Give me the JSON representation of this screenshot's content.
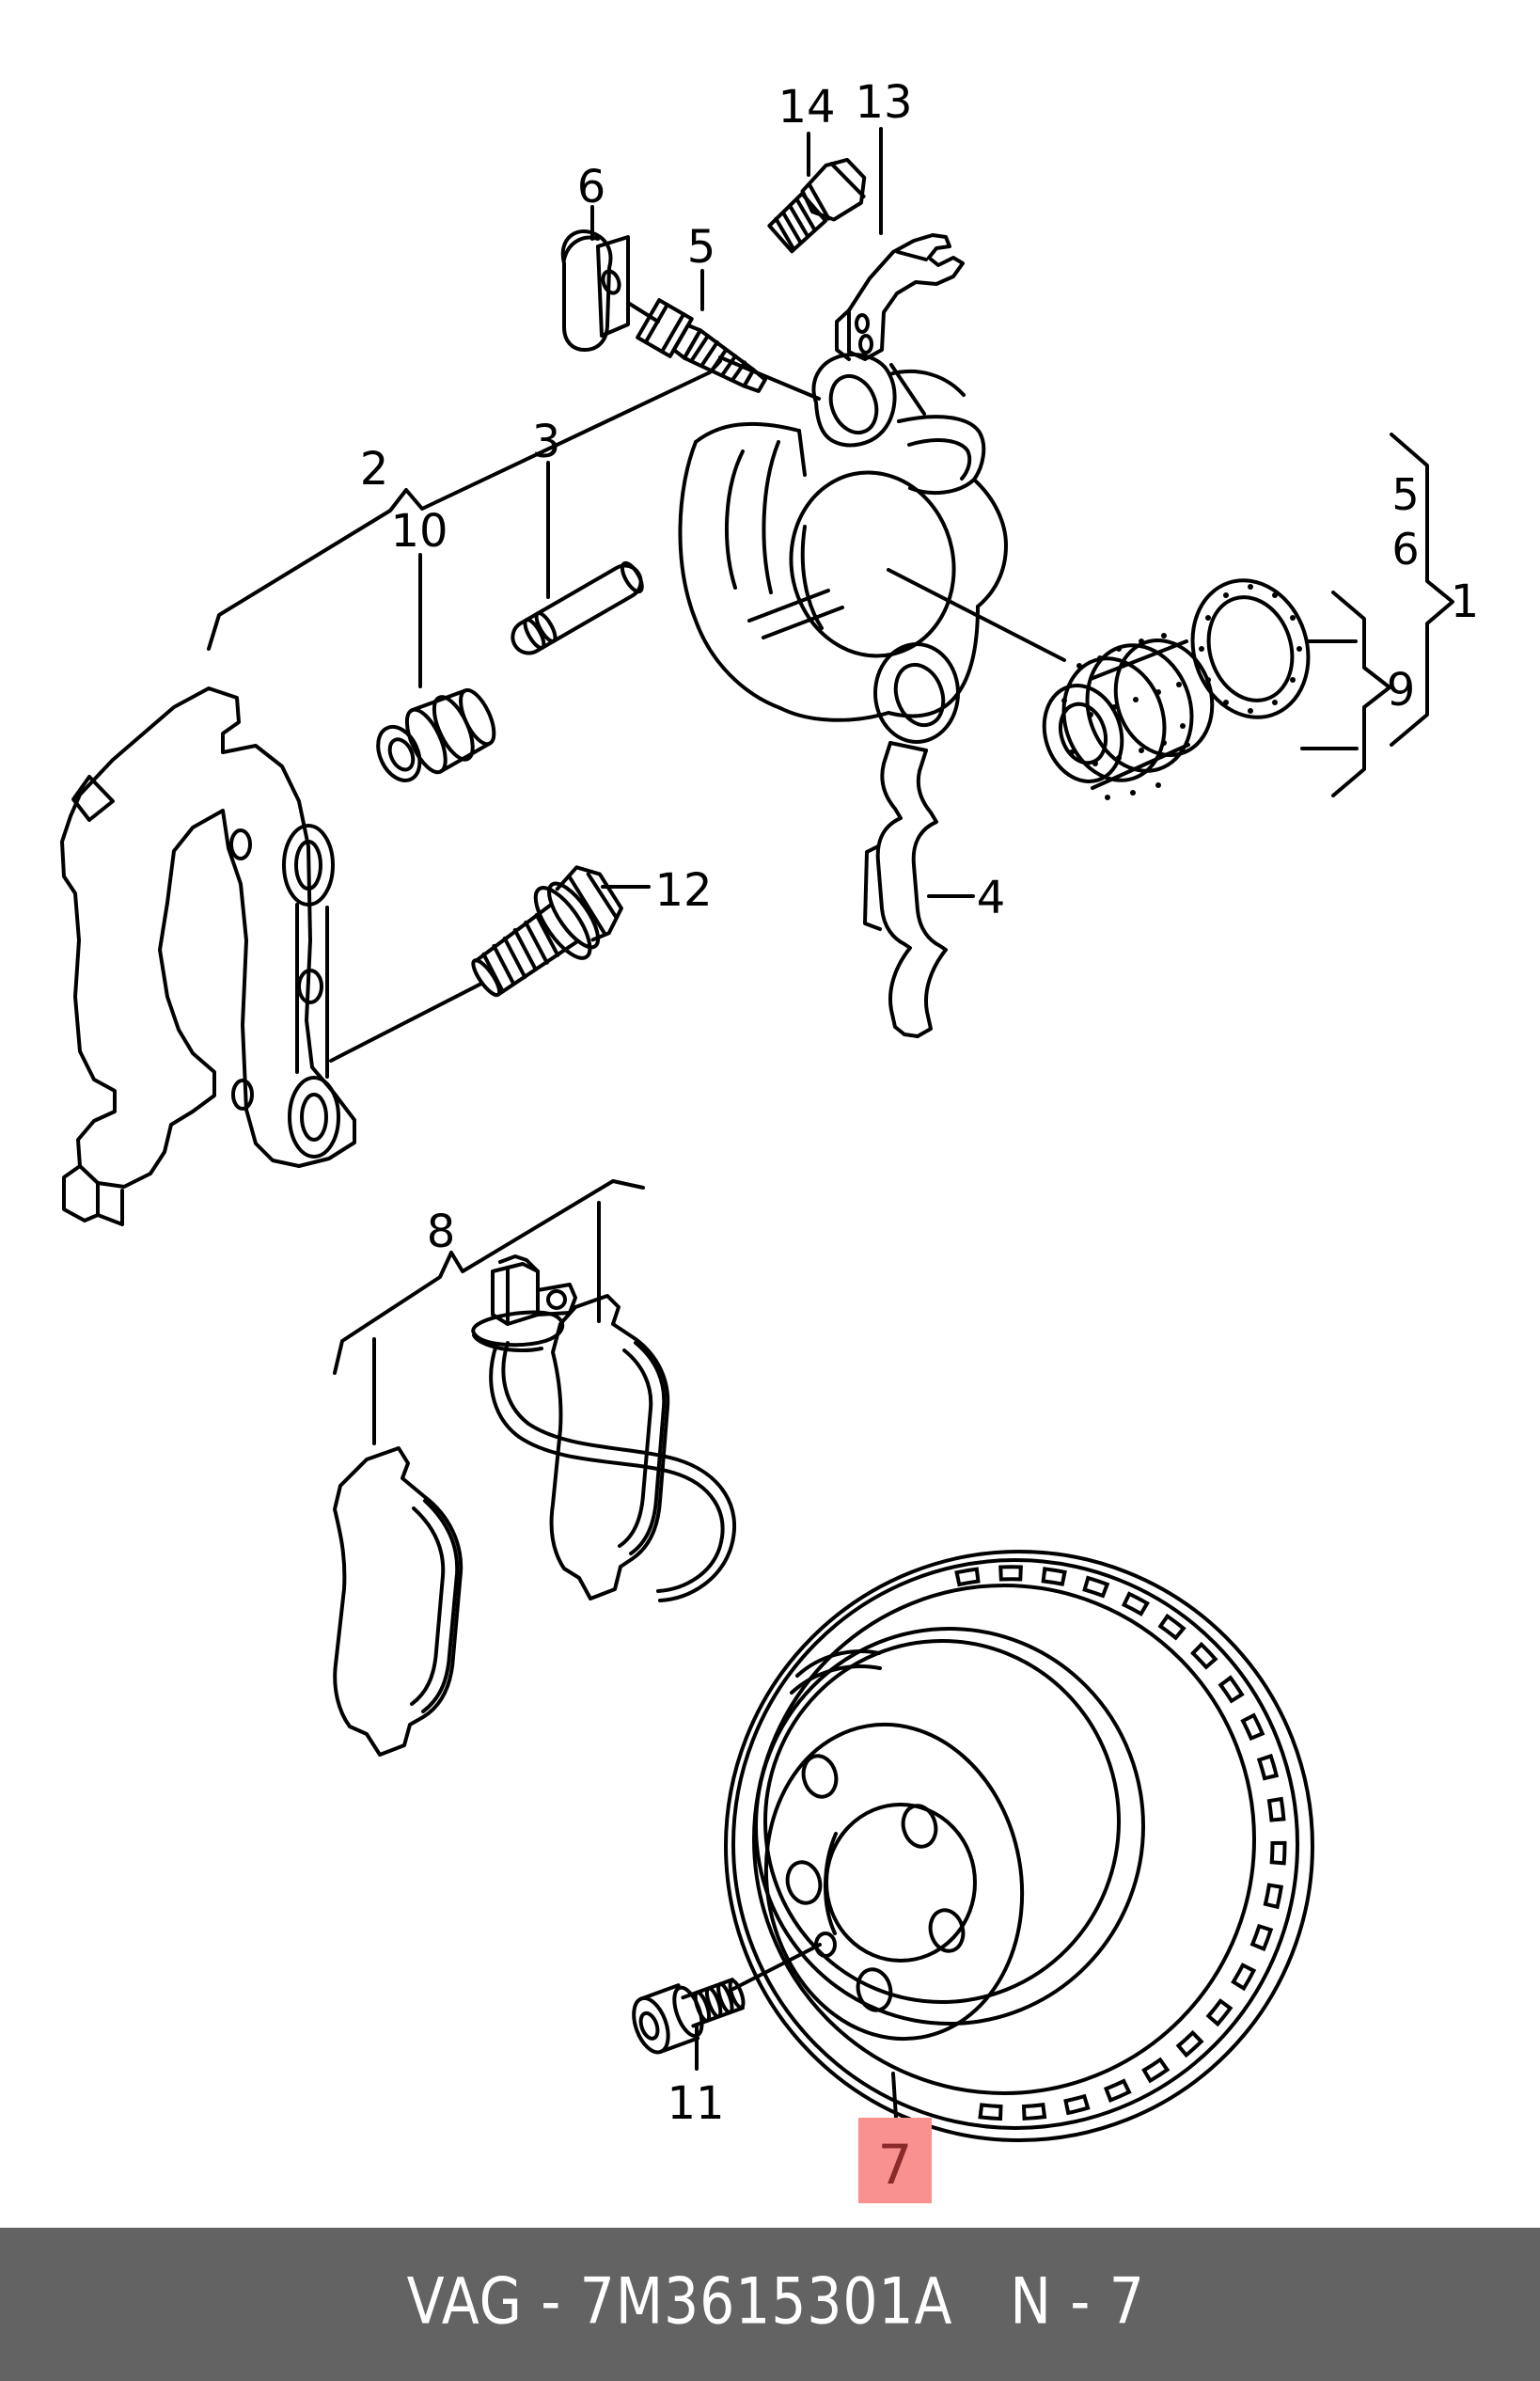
{
  "footer": {
    "catalog_code": "VAG - 7M3615301A",
    "page_ref": "N - 7"
  },
  "highlight": {
    "label": "7"
  },
  "callouts": {
    "c1": "1",
    "c2": "2",
    "c3": "3",
    "c4": "4",
    "c5": "5",
    "c6": "6",
    "c8": "8",
    "c9": "9",
    "c10": "10",
    "c11": "11",
    "c12": "12",
    "c13": "13",
    "c14": "14",
    "g5": "5",
    "g6": "6"
  },
  "colors": {
    "line": "#000000",
    "background": "#ffffff",
    "highlight_box": "#f8918f",
    "highlight_text": "#8b2a2a",
    "footer_bg": "#636363",
    "footer_text": "#ffffff"
  }
}
